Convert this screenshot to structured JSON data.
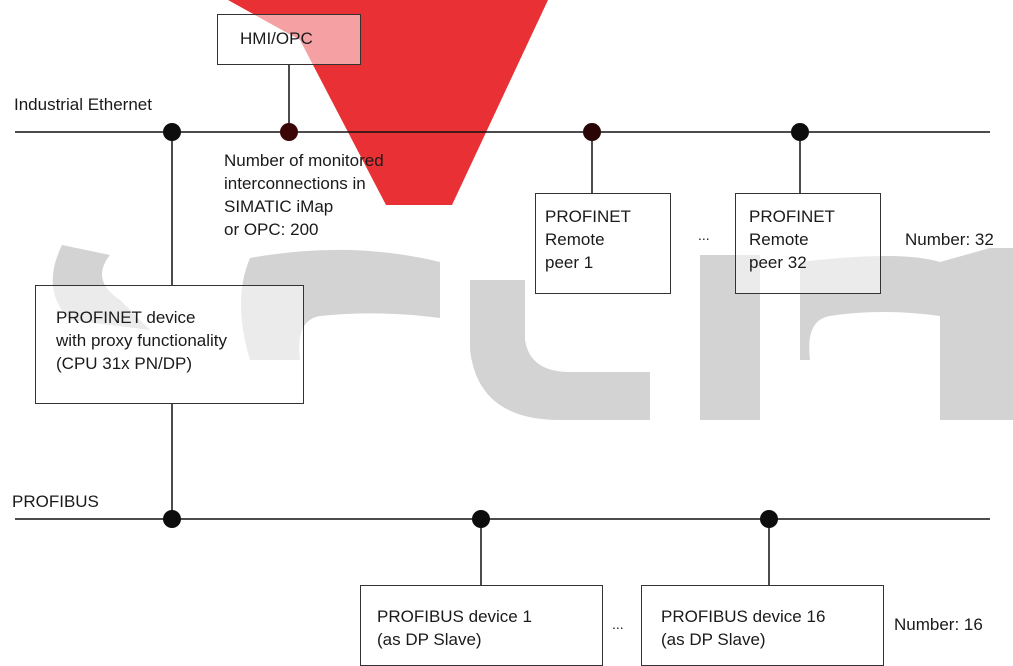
{
  "buses": {
    "ethernet_label": "Industrial Ethernet",
    "profibus_label": "PROFIBUS"
  },
  "hmi": {
    "label": "HMI/OPC",
    "note": "Number of monitored\ninterconnections in\nSIMATIC iMap\nor OPC: 200"
  },
  "proxy_device": {
    "label": "PROFINET device\nwith proxy functionality\n(CPU 31x PN/DP)"
  },
  "remote_peers": {
    "first": "PROFINET\nRemote\npeer 1",
    "last": "PROFINET\nRemote\npeer 32",
    "ellipsis": "...",
    "count_label": "Number: 32"
  },
  "profibus_devices": {
    "first": "PROFIBUS device 1\n(as DP Slave)",
    "last": "PROFIBUS device 16\n(as DP Slave)",
    "ellipsis": "...",
    "count_label": "Number: 16"
  },
  "colors": {
    "watermark_red": "#e8252a",
    "watermark_gray": "#c8c8c8",
    "line": "#111111",
    "node": "#0d0d0d",
    "node_dark_red": "#3a0606"
  }
}
